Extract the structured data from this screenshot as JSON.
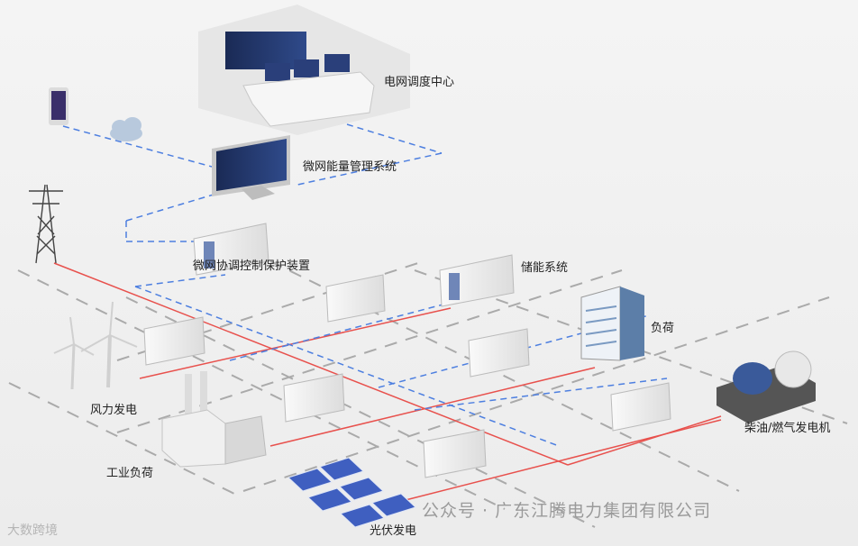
{
  "labels": {
    "dispatch_center": "电网调度中心",
    "ems": "微网能量管理系统",
    "mgcc": "微网协调控制保护装置",
    "storage": "储能系统",
    "load": "负荷",
    "wind": "风力发电",
    "generator": "柴油/燃气发电机",
    "industrial_load": "工业负荷",
    "pv": "光伏发电"
  },
  "watermark": {
    "wechat": "公众号 · 广东江腾电力集团有限公司",
    "corner": "大数跨境"
  },
  "colors": {
    "power_line": "#e8514d",
    "comm_line": "#4d7fe0",
    "ground_line": "#aaaaaa"
  }
}
